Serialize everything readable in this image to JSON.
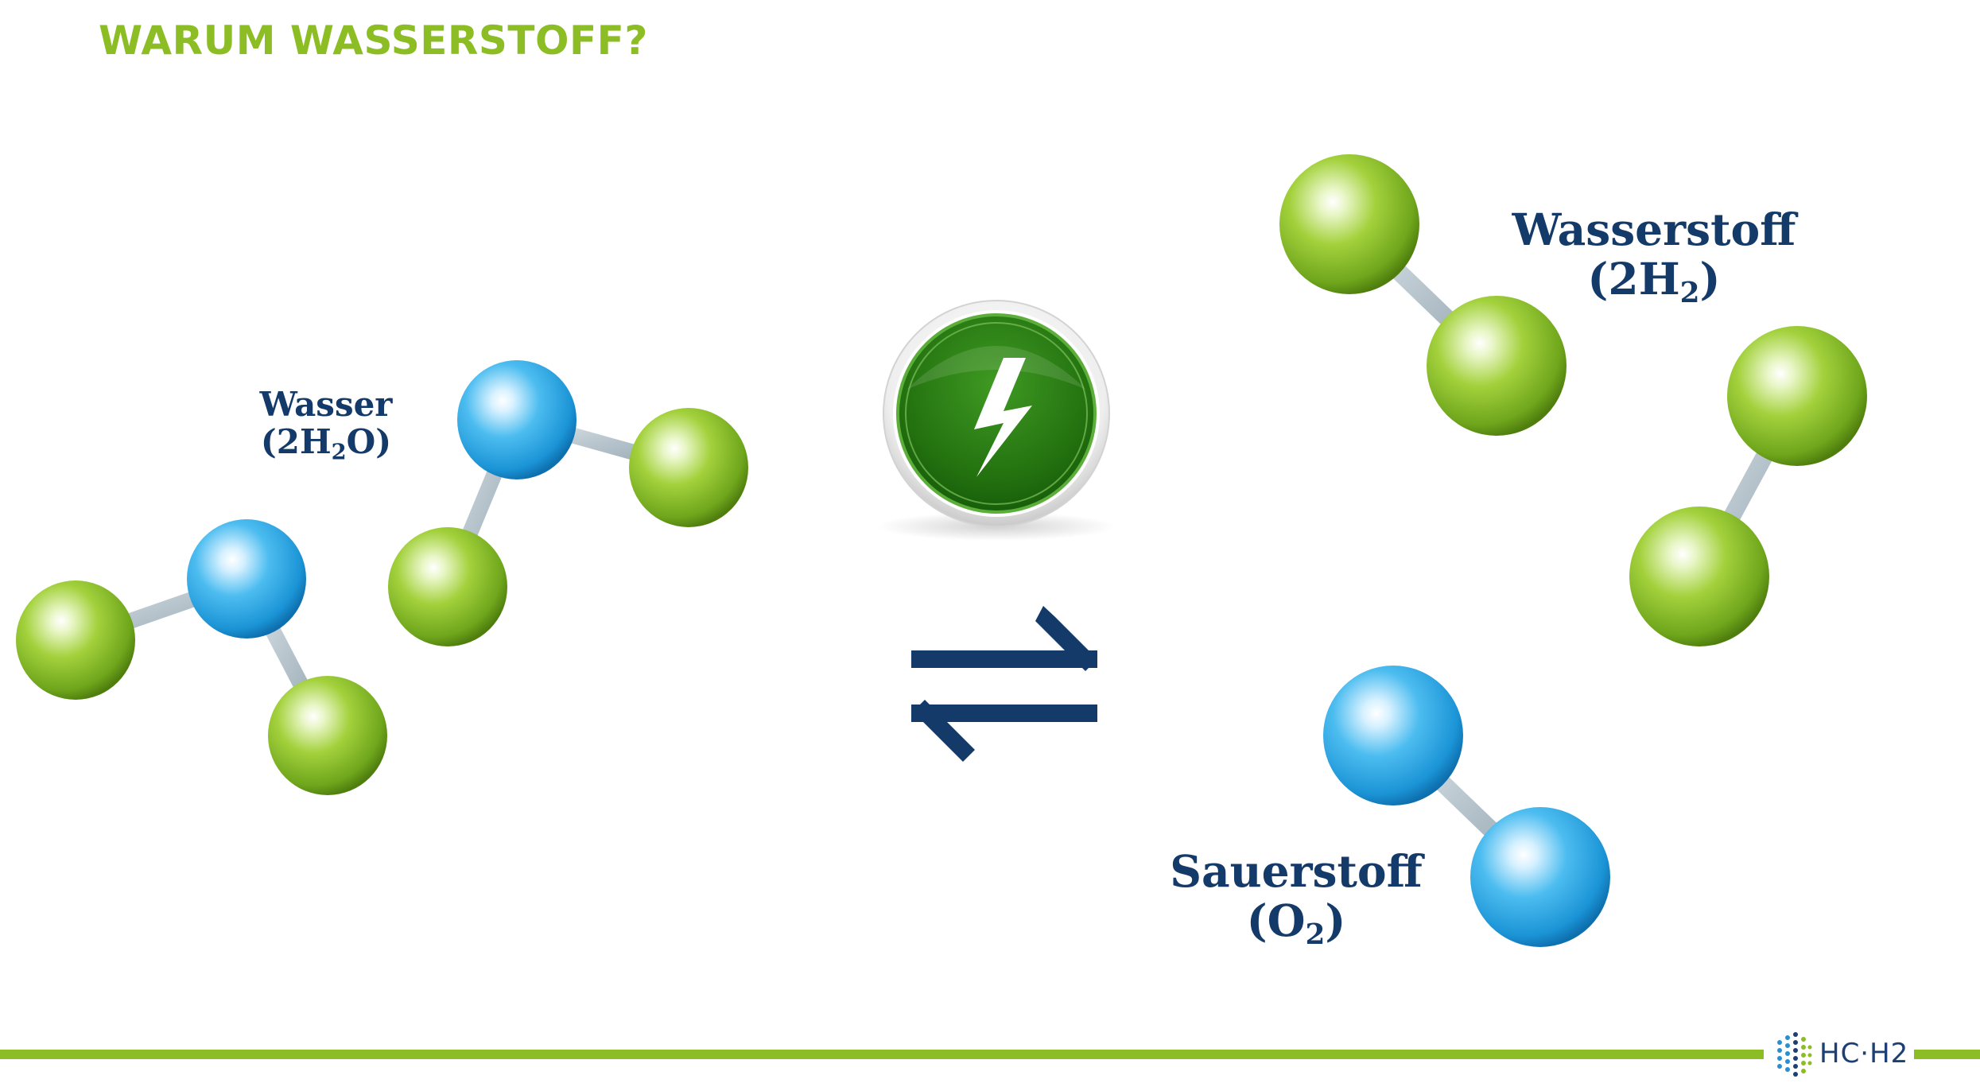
{
  "title": "WARUM WASSERSTOFF?",
  "labels": {
    "water_name": "Wasser",
    "water_formula_pre": "(2H",
    "water_formula_sub": "2",
    "water_formula_post": "O)",
    "hydrogen_name": "Wasserstoff",
    "hydrogen_formula_pre": "(2H",
    "hydrogen_formula_sub": "2",
    "hydrogen_formula_post": ")",
    "oxygen_name": "Sauerstoff",
    "oxygen_formula_pre": "(O",
    "oxygen_formula_sub": "2",
    "oxygen_formula_post": ")"
  },
  "logo": {
    "text": "HC·H2"
  },
  "colors": {
    "title_green": "#8cbd24",
    "label_navy": "#143a69",
    "hydrogen_atom": "#8cc63f",
    "oxygen_atom": "#29a3e0",
    "bond": "#a9b8c2",
    "energy_button": "#2e7d1a",
    "arrows": "#143a69"
  },
  "icons": {
    "energy": "lightning-bolt-icon",
    "reaction": "equilibrium-arrows-icon"
  }
}
